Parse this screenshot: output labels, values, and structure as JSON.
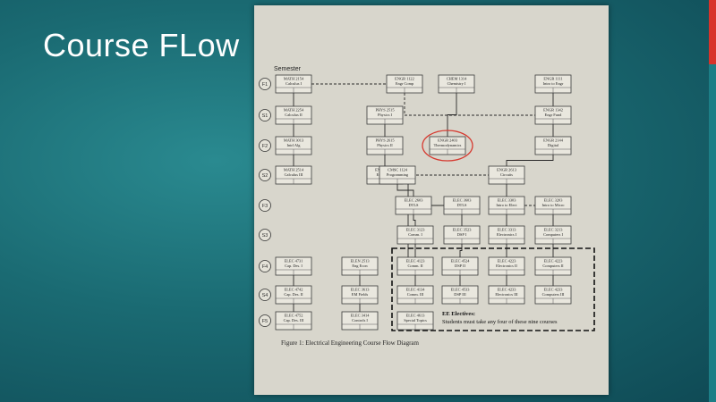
{
  "slide": {
    "title": "Course FLow"
  },
  "diagram": {
    "semester_heading": "Semester",
    "caption": "Figure 1: Electrical Engineering Course Flow Diagram",
    "electives_title": "EE Electives:",
    "electives_note": "Students must take any four of these nine courses",
    "semesters": [
      "F1",
      "S1",
      "F2",
      "S2",
      "F3",
      "S3",
      "F4",
      "S4",
      "F5"
    ],
    "courses": [
      {
        "code": "MATH 2154",
        "name": "Calculus I"
      },
      {
        "code": "ENGR 1122",
        "name": "Engr Comp"
      },
      {
        "code": "CHEM 1314",
        "name": "Chemistry I"
      },
      {
        "code": "ENGR 1111",
        "name": "Intro to Engr"
      },
      {
        "code": "MATH 2254",
        "name": "Calculus II"
      },
      {
        "code": "PHYS 2515",
        "name": "Physics I"
      },
      {
        "code": "ENGR 1342",
        "name": "Engr Fund"
      },
      {
        "code": "MATH 3013",
        "name": "Intrl Alg"
      },
      {
        "code": "PHYS 2615",
        "name": "Physics II"
      },
      {
        "code": "ENGR 2403",
        "name": "Thermodynamics"
      },
      {
        "code": "ENGR 2144",
        "name": "Digital"
      },
      {
        "code": "MATH 2514",
        "name": "Calculus III"
      },
      {
        "code": "ENGR 3023",
        "name": "Engr Math"
      },
      {
        "code": "CMSC 1124",
        "name": "Programming"
      },
      {
        "code": "ENGR 2613",
        "name": "Circuits"
      },
      {
        "code": "ELEC 2603",
        "name": "DTLS"
      },
      {
        "code": "ELEC 3603",
        "name": "DTLS"
      },
      {
        "code": "ELEC 3303",
        "name": "Intro to Elect"
      },
      {
        "code": "ELEC 3203",
        "name": "Intro to Micro"
      },
      {
        "code": "ELEC 3123",
        "name": "Comm. I"
      },
      {
        "code": "ELEC 3523",
        "name": "DSP I"
      },
      {
        "code": "ELEC 3313",
        "name": "Electronics I"
      },
      {
        "code": "ELEC 3213",
        "name": "Computers I"
      },
      {
        "code": "ELEC 4731",
        "name": "Cap. Des. I"
      },
      {
        "code": "ELEN 2513",
        "name": "Eng Econ"
      },
      {
        "code": "ELEC 4123",
        "name": "Comm. II"
      },
      {
        "code": "ELEC 4524",
        "name": "DSP II"
      },
      {
        "code": "ELEC 4223",
        "name": "Electronics II"
      },
      {
        "code": "ELEC 4223",
        "name": "Computers II"
      },
      {
        "code": "ELEC 4742",
        "name": "Cap. Des. II"
      },
      {
        "code": "ELEC 3613",
        "name": "EM Fields"
      },
      {
        "code": "ELEC 4134",
        "name": "Comm. III"
      },
      {
        "code": "ELEC 4533",
        "name": "DSP III"
      },
      {
        "code": "ELEC 4233",
        "name": "Electronics III"
      },
      {
        "code": "ELEC 4233",
        "name": "Computers III"
      },
      {
        "code": "ELEC 4752",
        "name": "Cap. Des. III"
      },
      {
        "code": "ELEC 3414",
        "name": "Controls I"
      },
      {
        "code": "ELEC 4613",
        "name": "Special Topics"
      }
    ]
  }
}
